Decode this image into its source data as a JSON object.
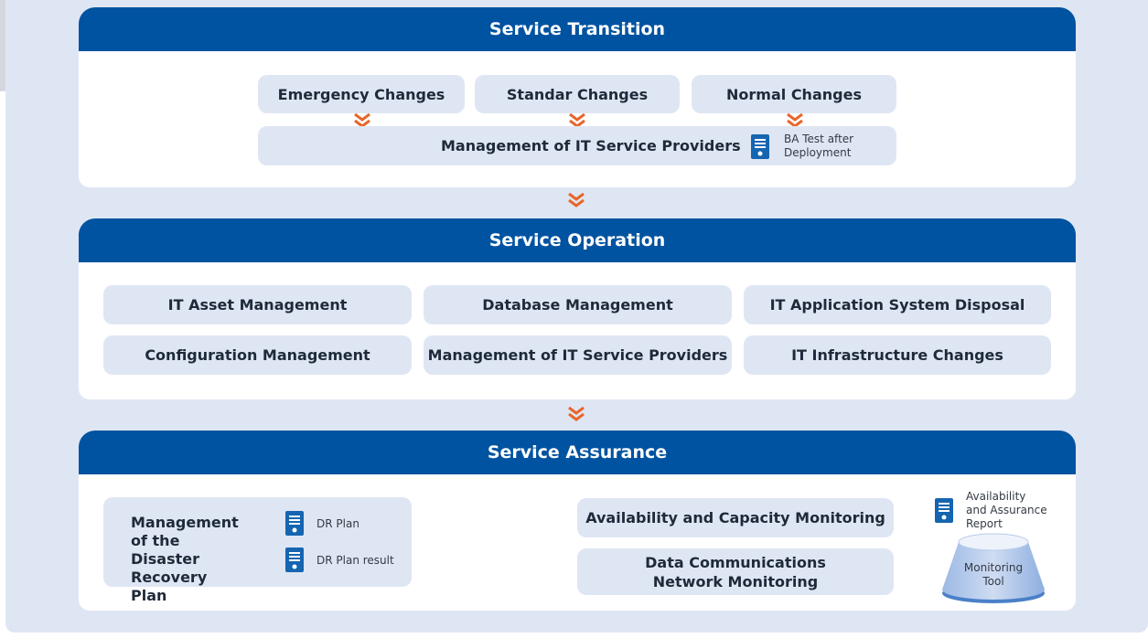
{
  "sections": {
    "transition": {
      "title": "Service Transition",
      "changes": [
        "Emergency Changes",
        "Standar Changes",
        "Normal Changes"
      ],
      "provider_bar": "Management of IT Service Providers",
      "doc_label": "BA Test after Deployment"
    },
    "operation": {
      "title": "Service Operation",
      "items": [
        "IT Asset Management",
        "Database Management",
        "IT Application System Disposal",
        "Configuration Management",
        "Management of IT Service Providers",
        "IT Infrastructure Changes"
      ]
    },
    "assurance": {
      "title": "Service Assurance",
      "drp_title": "Management of the Disaster Recovery Plan",
      "drp_docs": [
        "DR Plan",
        "DR Plan result"
      ],
      "monitoring": [
        "Availability and Capacity Monitoring",
        "Data Communications Network Monitoring"
      ],
      "report_label": "Availability and Assurance Report",
      "tool_label": "Monitoring Tool"
    }
  },
  "colors": {
    "header": "#0053a0",
    "background": "#dfe6f3",
    "pill": "#dfe6f3",
    "chevron": "#e8662a",
    "doc_icon": "#1565b0"
  },
  "icons": {
    "chevron": "double-chevron-down-icon",
    "doc": "document-icon",
    "tool": "cylinder-icon"
  }
}
